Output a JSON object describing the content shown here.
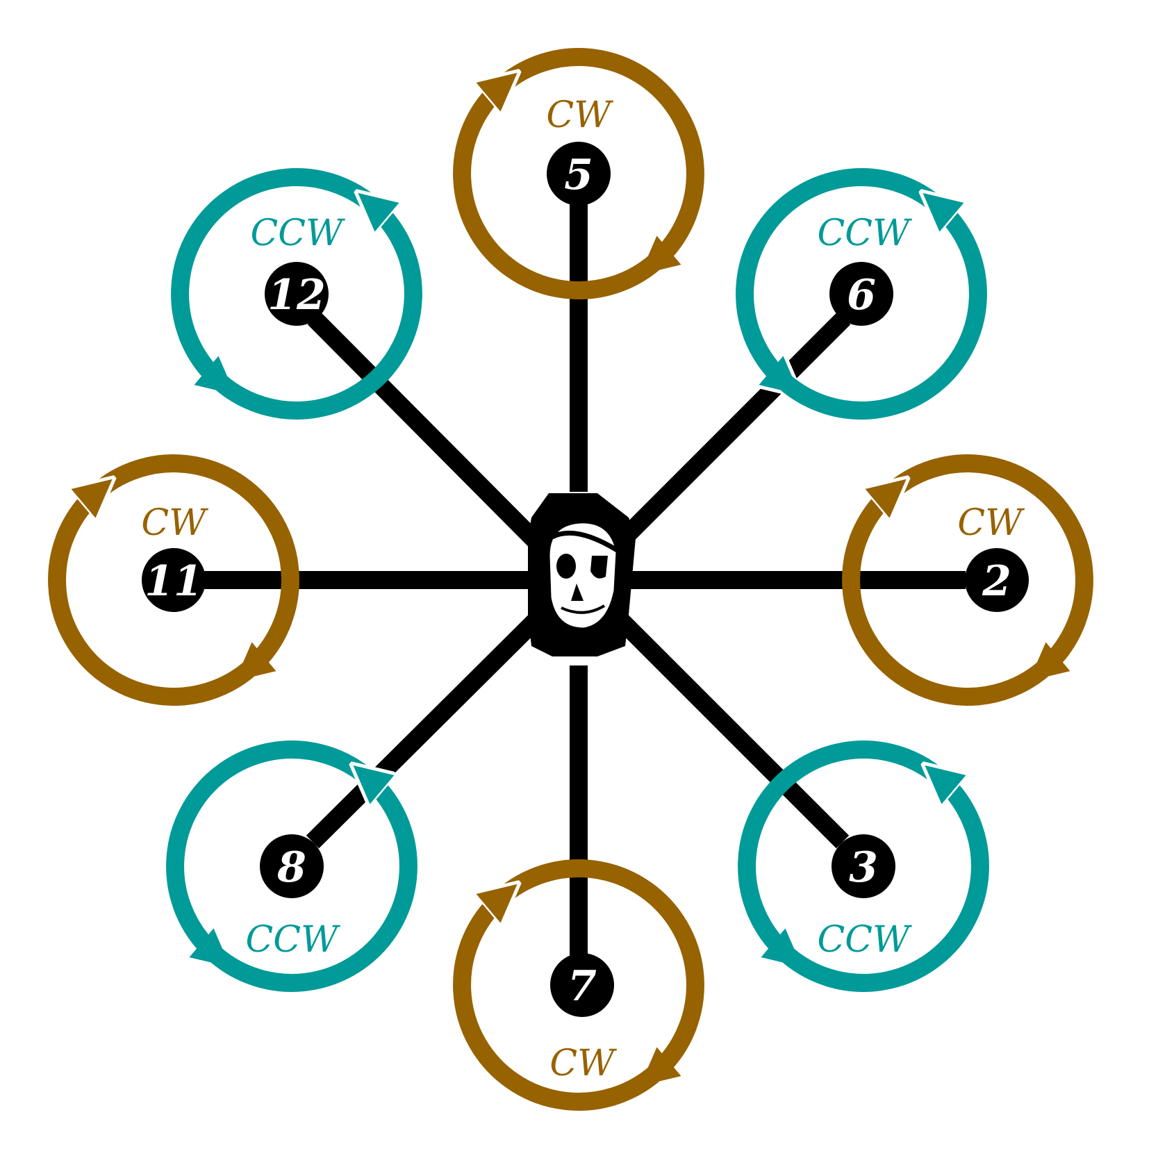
{
  "colors": {
    "cw": "#976200",
    "ccw": "#009a98",
    "frame": "#000000",
    "background": "#ffffff"
  },
  "center_icon": "pirate-skull-icon",
  "motors": [
    {
      "id": "5",
      "direction": "CW"
    },
    {
      "id": "6",
      "direction": "CCW"
    },
    {
      "id": "2",
      "direction": "CW"
    },
    {
      "id": "3",
      "direction": "CCW"
    },
    {
      "id": "7",
      "direction": "CW"
    },
    {
      "id": "8",
      "direction": "CCW"
    },
    {
      "id": "11",
      "direction": "CW"
    },
    {
      "id": "12",
      "direction": "CCW"
    }
  ],
  "legend": {
    "cw_label": "CW",
    "ccw_label": "CCW"
  }
}
